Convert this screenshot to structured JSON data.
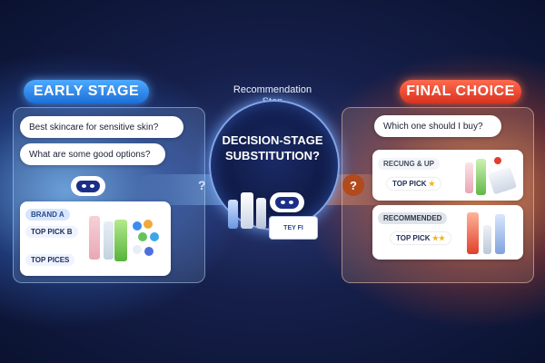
{
  "header": {
    "early_stage": "EARLY STAGE",
    "step_line1": "Recommendation",
    "step_line2": "Step",
    "final_choice": "FINAL CHOICE"
  },
  "center": {
    "title_line1": "DECISION-STAGE",
    "title_line2": "SUBSTITUTION?",
    "mini_card_text": "TEY FI"
  },
  "left": {
    "bubble_1": "Best skincare for sensitive skin?",
    "bubble_2": "What are some good options?",
    "question": "?",
    "tags": {
      "brand": "BRAND A",
      "top_pick": "TOP PICK B",
      "top_picks": "TOP PICES"
    }
  },
  "right": {
    "bubble_1": "Which one should I buy?",
    "question": "?",
    "tags": {
      "ribbon": "RECUNG & UP",
      "top_pick_1": "TOP PICK",
      "recommended": "RECOMMENDED",
      "top_pick_2": "TOP PICK"
    },
    "stars_1": "★",
    "stars_2": "★★"
  },
  "colors": {
    "accent_blue": "#1c6fd8",
    "accent_red": "#d9321f"
  }
}
